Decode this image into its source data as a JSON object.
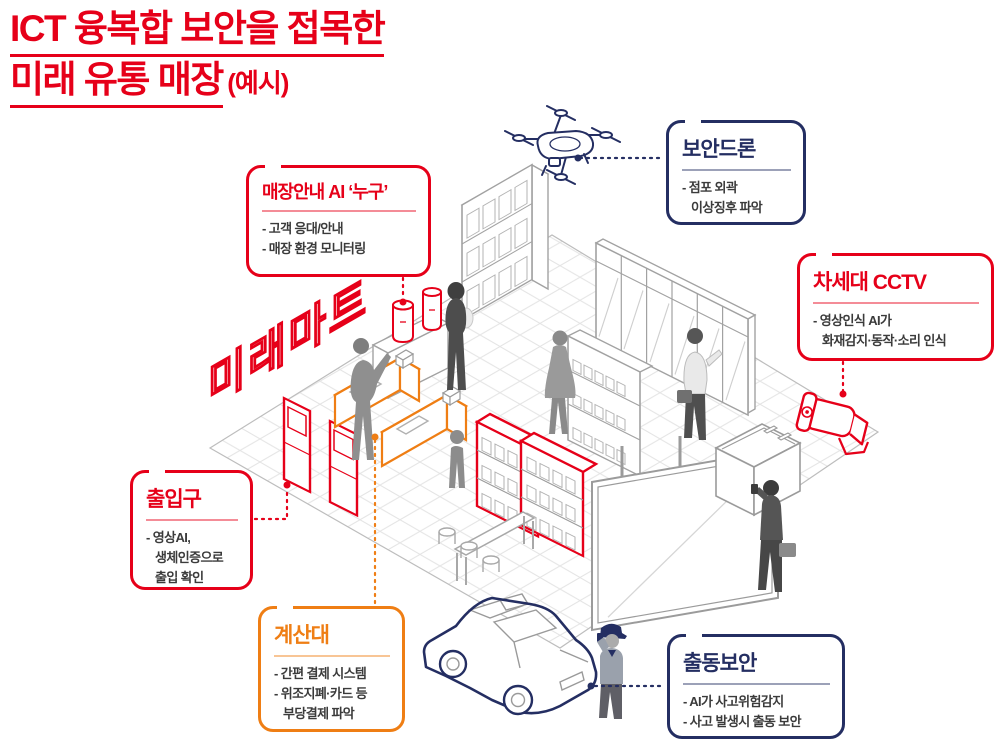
{
  "title": {
    "line1": "ICT 융복합 보안을 접목한",
    "line2": "미래 유통 매장",
    "suffix": "(예시)"
  },
  "store_sign": "미래마트",
  "colors": {
    "red": "#e60019",
    "navy": "#242e62",
    "orange": "#ef7e14",
    "body_text": "#3b3b3b"
  },
  "callouts": [
    {
      "id": "security-drone",
      "color": "navy",
      "title": "보안드론",
      "lines": [
        "- 점포 외곽",
        "이상징후 파악"
      ]
    },
    {
      "id": "store-ai-nugu",
      "color": "red",
      "title": "매장안내 AI ‘누구’",
      "lines": [
        "- 고객 응대/안내",
        "- 매장 환경 모니터링"
      ]
    },
    {
      "id": "next-gen-cctv",
      "color": "red",
      "title": "차세대 CCTV",
      "lines": [
        "- 영상인식 AI가",
        "화재감지·동작·소리 인식"
      ]
    },
    {
      "id": "entrance",
      "color": "red",
      "title": "출입구",
      "lines": [
        "- 영상AI,",
        "생체인증으로",
        "출입 확인"
      ]
    },
    {
      "id": "checkout",
      "color": "orange",
      "title": "계산대",
      "lines": [
        "- 간편 결제 시스템",
        "- 위조지폐·카드 등",
        "부당결제 파악"
      ]
    },
    {
      "id": "dispatch-security",
      "color": "navy",
      "title": "출동보안",
      "lines": [
        "- AI가 사고위험감지",
        "- 사고 발생시 출동 보안"
      ]
    }
  ],
  "illustration": {
    "icons": [
      "drone-icon",
      "cctv-camera-icon",
      "ai-speaker-icon",
      "entrance-gate-icon",
      "checkout-counter-icon",
      "patrol-car-icon",
      "security-guard-icon",
      "shelf-icon",
      "fridge-wall-icon",
      "display-screen-icon",
      "shopper-icon",
      "store-floor"
    ]
  }
}
